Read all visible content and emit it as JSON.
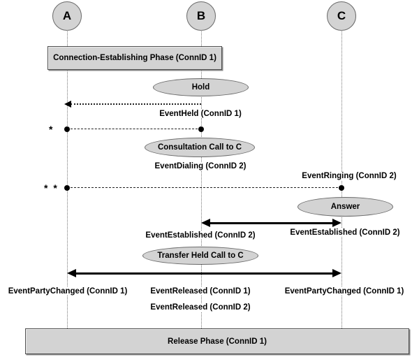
{
  "parties": [
    {
      "id": "A",
      "label": "A"
    },
    {
      "id": "B",
      "label": "B"
    },
    {
      "id": "C",
      "label": "C"
    }
  ],
  "phases": {
    "top": "Connection-Establishing Phase (ConnID 1)",
    "bottom": "Release Phase (ConnID 1)"
  },
  "actions": {
    "hold": "Hold",
    "consultation": "Consultation Call to C",
    "answer": "Answer",
    "transfer": "Transfer Held Call to C"
  },
  "events": {
    "held": "EventHeld (ConnID 1)",
    "dialing": "EventDialing (ConnID 2)",
    "ringing": "EventRinging (ConnID 2)",
    "established_left": "EventEstablished (ConnID 2)",
    "established_right": "EventEstablished (ConnID 2)",
    "party_changed_left": "EventPartyChanged (ConnID 1)",
    "released_conn1": "EventReleased (ConnID 1)",
    "party_changed_right": "EventPartyChanged (ConnID 1)",
    "released_conn2": "EventReleased (ConnID 2)"
  },
  "markers": {
    "single_star": "*",
    "double_star": "* *"
  },
  "colors": {
    "shape_fill": "#d3d3d3",
    "shape_border": "#696969",
    "text": "#000000",
    "line": "#000000"
  }
}
